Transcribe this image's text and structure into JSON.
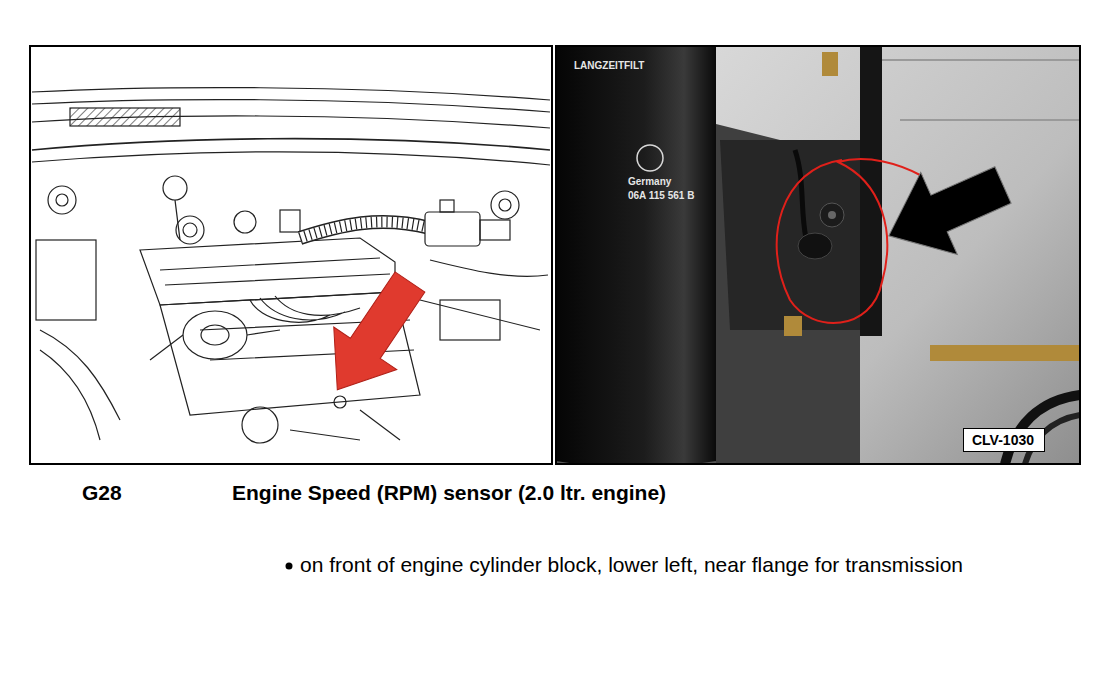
{
  "diagram": {
    "nodes": [
      {
        "text": [
          "CLV-1030"
        ]
      }
    ],
    "labels": [
      "LANGZEITFILT",
      "Germany",
      "06A 115 561 B",
      "G28",
      "Engine Speed (RPM) sensor (2.0 ltr. engine)",
      "on front of engine cylinder block, lower left, near flange for transmission"
    ]
  }
}
